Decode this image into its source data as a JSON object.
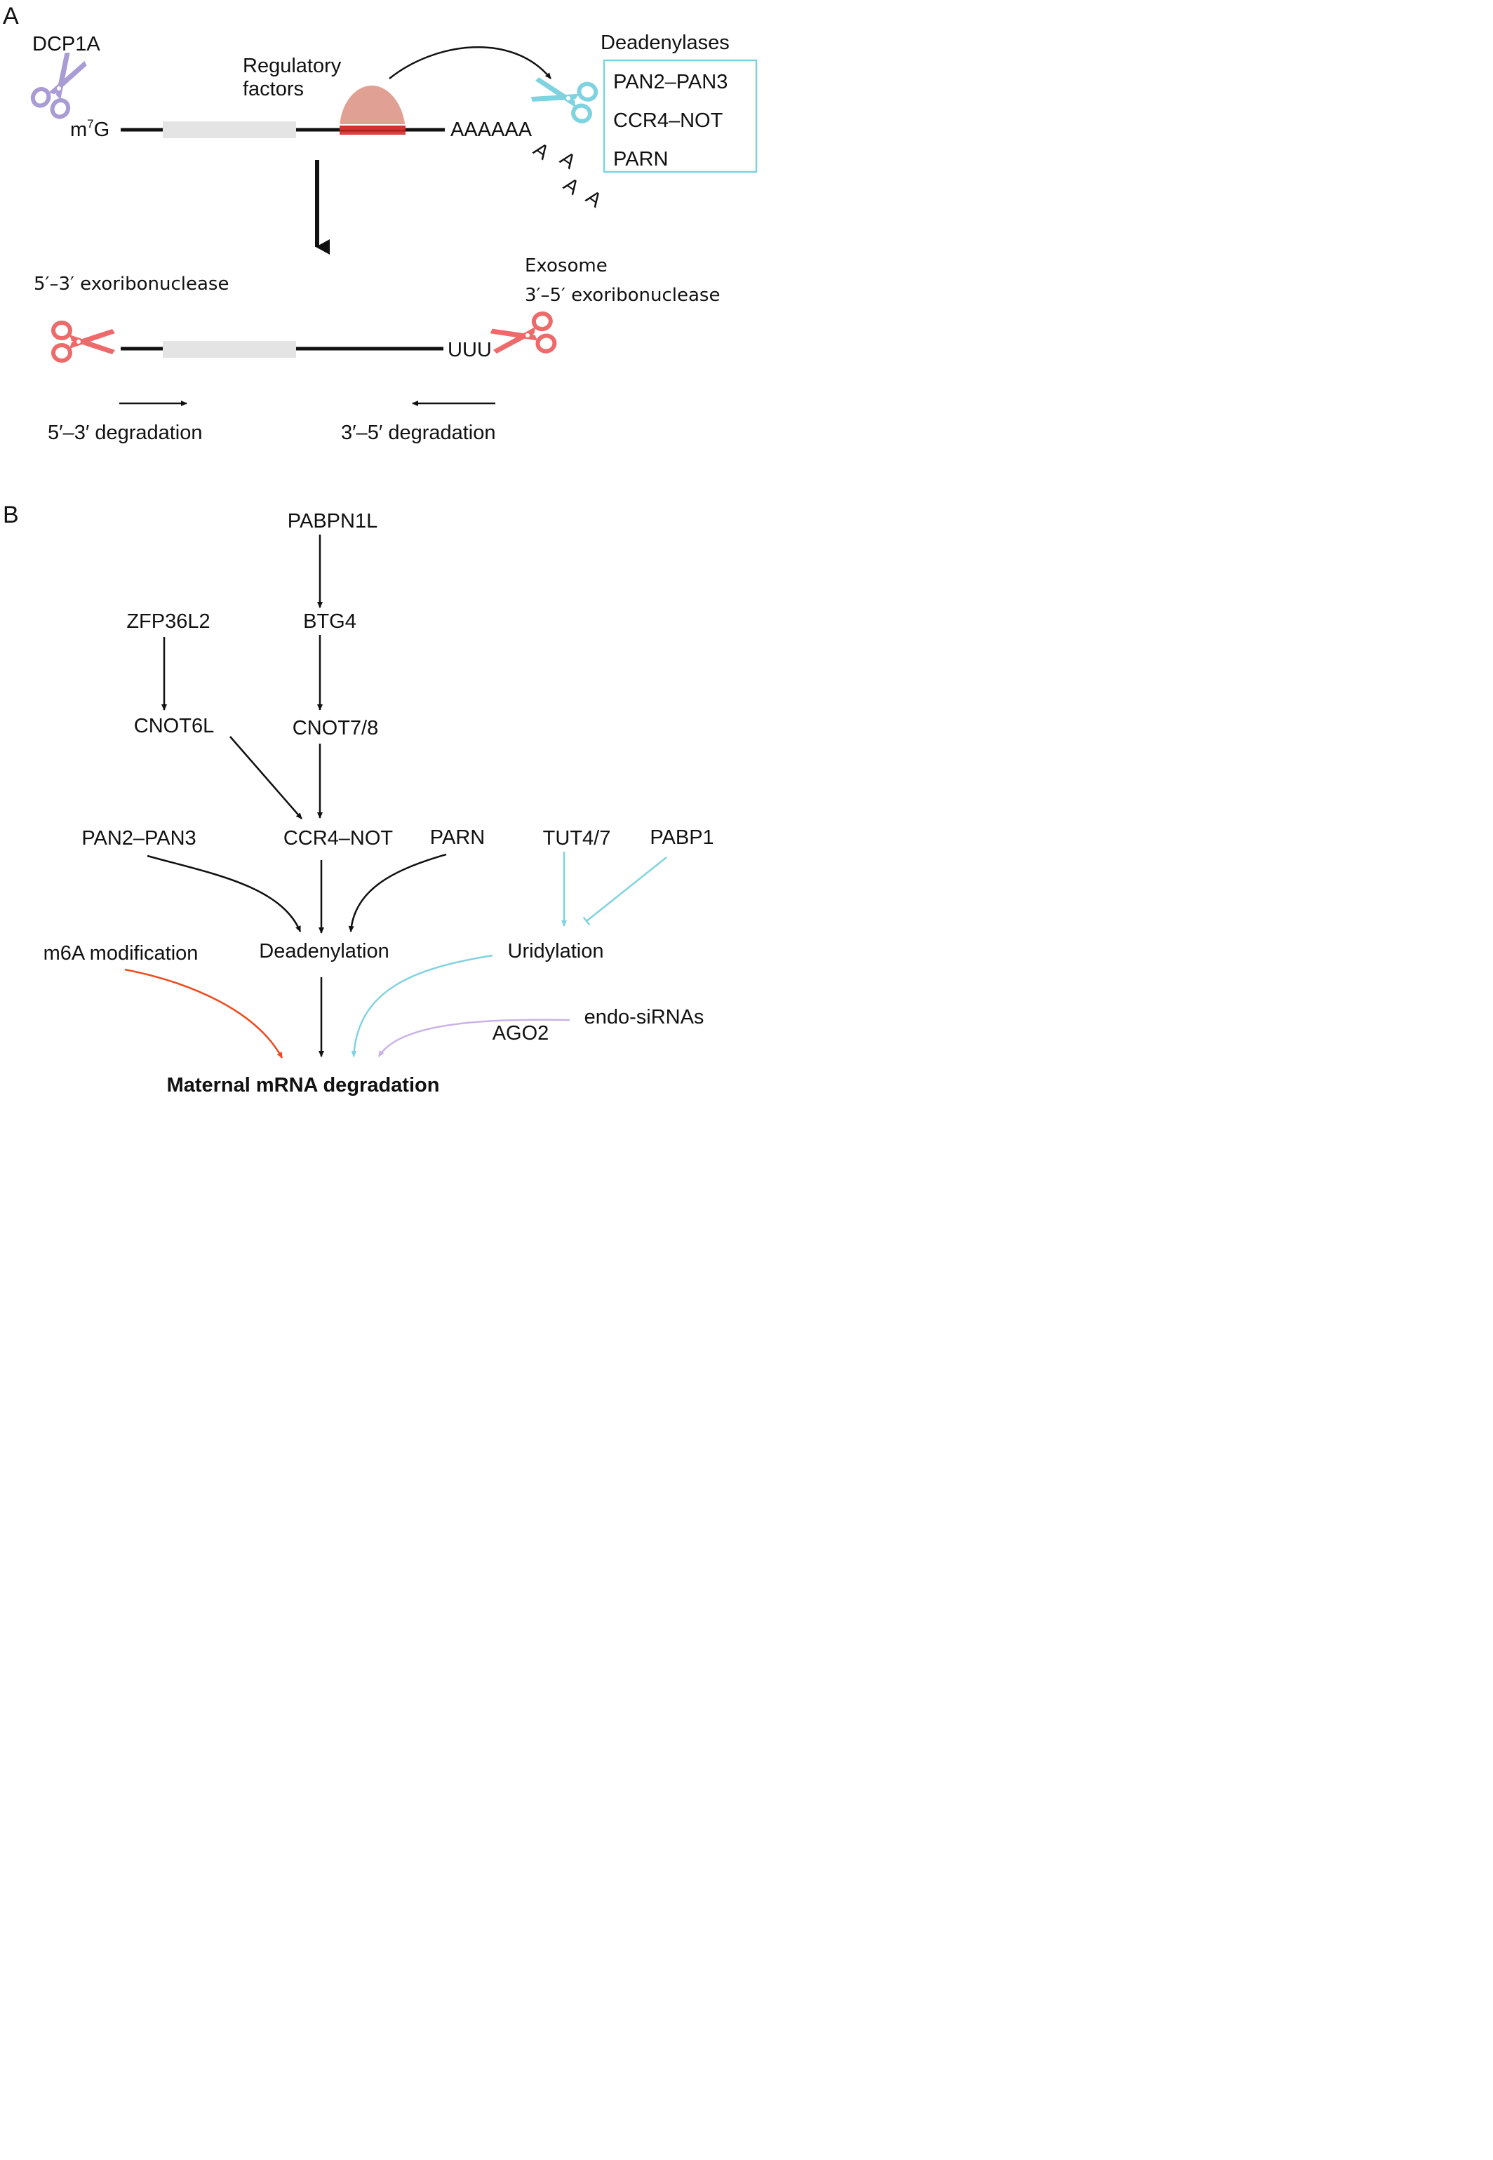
{
  "panel_a": {
    "label": "A",
    "dcp1a": "DCP1A",
    "cap": "m",
    "cap_sup": "7",
    "cap_tail": "G",
    "regulatory_line1": "Regulatory",
    "regulatory_line2": "factors",
    "polyA": "AAAAAA",
    "falling_a": [
      "A",
      "A",
      "A",
      "A"
    ],
    "deadenylases_title": "Deadenylases",
    "deadenylases": [
      "PAN2–PAN3",
      "CCR4–NOT",
      "PARN"
    ],
    "exo53_label": "5′–3′ exoribonuclease",
    "exosome_line1": "Exosome",
    "exosome_line2": "3′–5′ exoribonuclease",
    "uuu": "UUU",
    "deg53": "5′–3′ degradation",
    "deg35": "3′–5′ degradation"
  },
  "panel_b": {
    "label": "B",
    "nodes": {
      "pabpn1l": "PABPN1L",
      "zfp36l2": "ZFP36L2",
      "btg4": "BTG4",
      "cnot6l": "CNOT6L",
      "cnot78": "CNOT7/8",
      "pan2pan3": "PAN2–PAN3",
      "ccr4not": "CCR4–NOT",
      "parn": "PARN",
      "tut47": "TUT4/7",
      "pabp1": "PABP1",
      "m6a": "m6A modification",
      "deadenylation": "Deadenylation",
      "uridylation": "Uridylation",
      "endo_sirnas": "endo-siRNAs",
      "ago2": "AGO2",
      "maternal": "Maternal mRNA degradation"
    }
  },
  "colors": {
    "dcp1a": "#a99bd4",
    "deadenylase": "#7fd3e0",
    "exonuclease": "#ee6a6a",
    "regulatory": "#e0a093",
    "regulatory_band": "#d0201c",
    "uridylation": "#7fd3e0",
    "m6a": "#ee4a1e",
    "sirna": "#c9b3e6",
    "utr_box": "#e4e4e4"
  },
  "icons": [
    "scissors-icon"
  ]
}
